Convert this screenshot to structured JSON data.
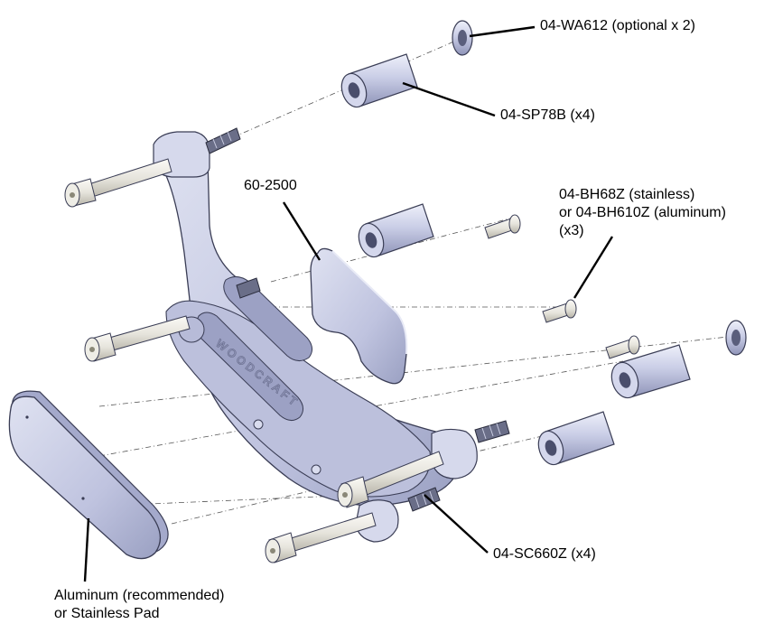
{
  "labels": {
    "washer": "04-WA612 (optional x 2)",
    "spacer": "04-SP78B (x4)",
    "bracket": "60-2500",
    "bolt_head_line1": "04-BH68Z (stainless)",
    "bolt_head_line2": "or 04-BH610Z (aluminum)",
    "bolt_head_line3": "(x3)",
    "screw": "04-SC660Z (x4)",
    "pad_line1": "Aluminum (recommended)",
    "pad_line2": "or Stainless Pad",
    "engraving": "WOODCRAFT"
  },
  "colors": {
    "part_fill": "#c9cde6",
    "part_light": "#e4e6f3",
    "part_dark": "#8f94b8",
    "outline": "#3a3d55",
    "bolt_fill": "#ecebe6",
    "leader": "#000000"
  }
}
